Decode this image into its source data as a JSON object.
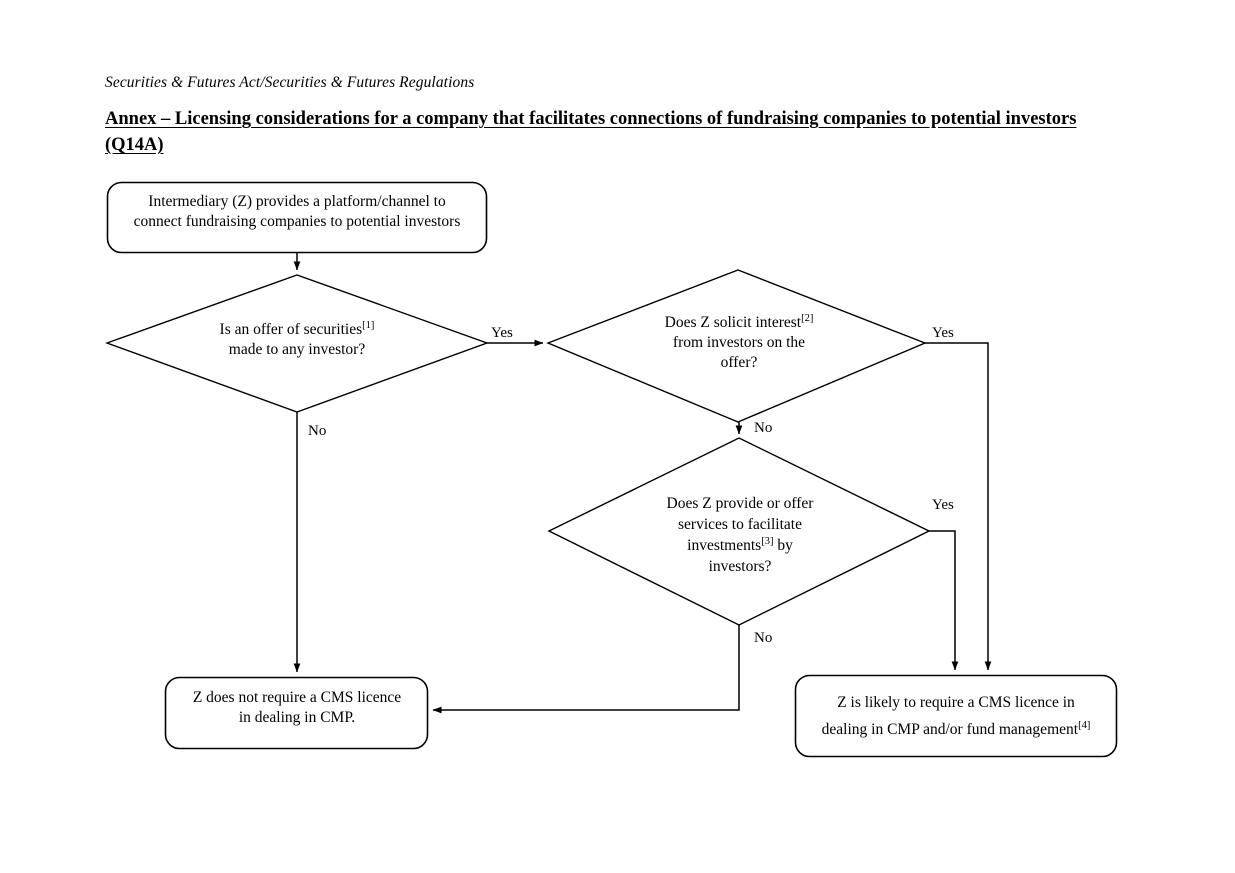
{
  "document": {
    "subtitle": "Securities & Futures Act/Securities & Futures Regulations",
    "title": "Annex – Licensing considerations for a company that facilitates connections of fundraising companies to potential investors (Q14A)"
  },
  "colors": {
    "stroke": "#000000",
    "background": "#ffffff",
    "text": "#000000"
  },
  "chart_data": {
    "type": "diagram",
    "diagram_type": "flowchart",
    "title": "Annex – Licensing considerations for a company that facilitates connections of fundraising companies to potential investors (Q14A)",
    "nodes": [
      {
        "id": "start",
        "shape": "rounded-rectangle",
        "line1": "Intermediary (Z) provides a platform/channel to",
        "line2": "connect fundraising companies to potential investors",
        "text": "Intermediary (Z) provides a platform/channel to connect fundraising companies to potential investors"
      },
      {
        "id": "q1",
        "shape": "diamond",
        "line1": "Is an offer of securities",
        "sup1": "[1]",
        "line2": "made to any investor?",
        "text": "Is an offer of securities[1] made to any investor?"
      },
      {
        "id": "q2",
        "shape": "diamond",
        "line1": "Does Z solicit interest",
        "sup1": "[2]",
        "line2": "from investors on the",
        "line3": "offer?",
        "text": "Does Z solicit interest[2] from investors on the offer?"
      },
      {
        "id": "q3",
        "shape": "diamond",
        "line1": "Does Z provide or offer",
        "line2": "services to facilitate",
        "line3a": "investments",
        "sup1": "[3]",
        "line3b": "by",
        "line4": "investors?",
        "text": "Does Z provide or offer services to facilitate investments[3] by investors?"
      },
      {
        "id": "outcome-no-licence",
        "shape": "rounded-rectangle",
        "line1": "Z does not require a CMS licence",
        "line2": "in dealing in CMP.",
        "text": "Z does not require a CMS licence in dealing in CMP."
      },
      {
        "id": "outcome-licence",
        "shape": "rounded-rectangle",
        "line1": "Z is likely to require a CMS licence in",
        "line2a": "dealing in CMP and/or fund management",
        "sup1": "[4]",
        "text": "Z is likely to require a CMS licence in dealing in CMP and/or fund management[4]"
      }
    ],
    "edges": [
      {
        "id": "e-start-q1",
        "from": "start",
        "to": "q1",
        "label": ""
      },
      {
        "id": "e-q1-yes",
        "from": "q1",
        "to": "q2",
        "label": "Yes"
      },
      {
        "id": "e-q1-no",
        "from": "q1",
        "to": "outcome-no-licence",
        "label": "No"
      },
      {
        "id": "e-q2-yes",
        "from": "q2",
        "to": "outcome-licence",
        "label": "Yes"
      },
      {
        "id": "e-q2-no",
        "from": "q2",
        "to": "q3",
        "label": "No"
      },
      {
        "id": "e-q3-yes",
        "from": "q3",
        "to": "outcome-licence",
        "label": "Yes"
      },
      {
        "id": "e-q3-no",
        "from": "q3",
        "to": "outcome-no-licence",
        "label": "No"
      }
    ],
    "edge_labels": {
      "q1_yes": "Yes",
      "q1_no": "No",
      "q2_yes": "Yes",
      "q2_no": "No",
      "q3_yes": "Yes",
      "q3_no": "No"
    }
  }
}
